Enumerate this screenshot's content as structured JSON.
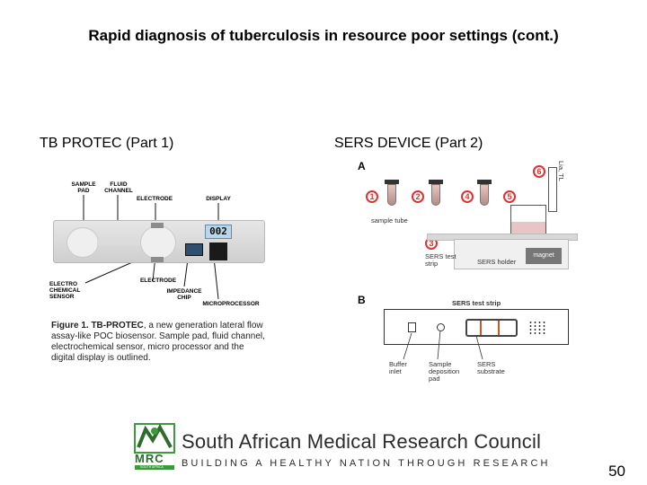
{
  "slide": {
    "title": "Rapid diagnosis of tuberculosis in resource poor settings (cont.)",
    "page_number": "50"
  },
  "left": {
    "heading": "TB PROTEC (Part 1)",
    "figure": {
      "labels": {
        "sample_pad": "SAMPLE PAD",
        "fluid_channel": "FLUID CHANNEL",
        "electrode_top": "ELECTRODE",
        "display": "DISPLAY",
        "display_value": "002",
        "electro_chemical_sensor": "ELECTRO CHEMICAL SENSOR",
        "electrode_bottom": "ELECTRODE",
        "impedance_chip": "IMPEDANCE CHIP",
        "microprocessor": "MICROPROCESSOR"
      },
      "caption_bold": "Figure 1. TB-PROTEC",
      "caption_text": ", a new generation lateral flow assay-like POC biosensor. Sample pad, fluid channel, electrochemical sensor, micro processor and the digital display is outlined."
    }
  },
  "right": {
    "heading": "SERS DEVICE (Part 2)",
    "figure": {
      "panel_a": "A",
      "panel_b": "B",
      "steps": [
        "1",
        "2",
        "3",
        "4",
        "5",
        "6"
      ],
      "pipette_label": "Lia, TL",
      "sample_tube": "sample tube",
      "sers_test_strip": "SERS test strip",
      "sers_holder": "SERS holder",
      "magnet": "magnet",
      "strip_title": "SERS test strip",
      "buffer_inlet": "Buffer inlet",
      "sample_deposition_pad": "Sample deposition pad",
      "sers_substrate": "SERS substrate"
    }
  },
  "footer": {
    "org_name": "South African Medical Research Council",
    "tagline": "BUILDING A HEALTHY NATION THROUGH RESEARCH",
    "logo_text": "MRC",
    "logo_subtext": "SOUTH AFRICA"
  },
  "colors": {
    "logo_green": "#3c9a3c",
    "logo_dark_green": "#2e6b2e",
    "step_red": "#e03030"
  }
}
